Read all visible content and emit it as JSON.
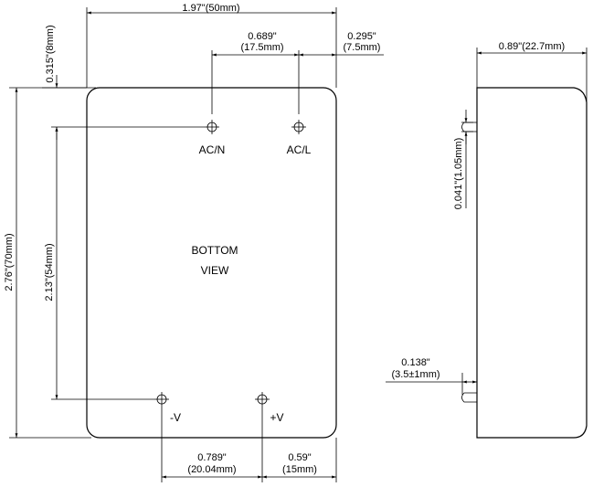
{
  "colors": {
    "line": "#000000",
    "background": "#ffffff"
  },
  "bottom_view": {
    "title_line1": "BOTTOM",
    "title_line2": "VIEW",
    "pins": {
      "acn": "AC/N",
      "acl": "AC/L",
      "vneg": "-V",
      "vpos": "+V"
    },
    "dimensions": {
      "width": "1.97\"(50mm)",
      "pin_spacing_top_in": "0.689\"",
      "pin_spacing_top_mm": "(17.5mm)",
      "right_offset_top_in": "0.295\"",
      "right_offset_top_mm": "(7.5mm)",
      "top_offset": "0.315\"(8mm)",
      "height": "2.76\"(70mm)",
      "pin_vertical_spacing": "2.13\"(54mm)",
      "pin_spacing_bottom_in": "0.789\"",
      "pin_spacing_bottom_mm": "(20.04mm)",
      "right_offset_bottom_in": "0.59\"",
      "right_offset_bottom_mm": "(15mm)"
    }
  },
  "side_view": {
    "dimensions": {
      "depth": "0.89\"(22.7mm)",
      "pin_diameter": "0.041\"(1.05mm)",
      "pin_length_in": "0.138\"",
      "pin_length_mm": "(3.5±1mm)"
    }
  }
}
